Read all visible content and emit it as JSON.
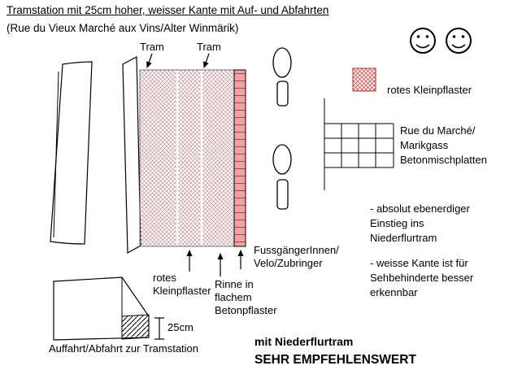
{
  "header": {
    "title": "Tramstation mit 25cm hoher, weisser Kante mit Auf- und Abfahrten",
    "subtitle": "(Rue du Vieux Marché aux Vins/Alter Winmärik)"
  },
  "platform": {
    "tram_label_left": "Tram",
    "tram_label_right": "Tram"
  },
  "legend": {
    "red_paving": "rotes Kleinpflaster"
  },
  "street_label": "Rue du Marché/\nMarikgass\nBetonmischplatten",
  "annotations": {
    "red_paving": "rotes\nKleinpflaster",
    "gutter": "Rinne in\nflachem\nBetonpflaster",
    "pedestrian": "FussgängerInnen/\nVelo/Zubringer",
    "ramp": "Auffahrt/Abfahrt zur Tramstation",
    "kerb_height": "25cm"
  },
  "notes": {
    "level_entry": "- absolut ebenerdiger\nEinstieg ins\nNiederflurtram",
    "white_kerb": "- weisse Kante ist für\nSehbehinderte besser\nerkennbar"
  },
  "conclusion": {
    "line1": "mit Niederflurtram",
    "line2": "SEHR EMPFEHLENSWERT"
  },
  "colors": {
    "ink": "#000000",
    "paving_hatch": "#c49090",
    "legend_hatch": "#cc5555",
    "kerb_fill": "#efa3a3",
    "kerb_row_line": "#a04848",
    "background": "#ffffff"
  }
}
